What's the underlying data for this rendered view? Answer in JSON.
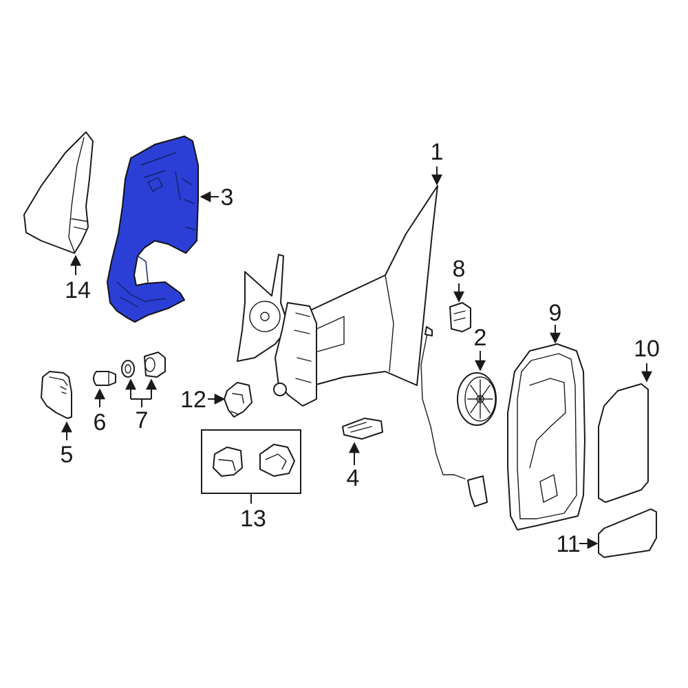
{
  "diagram": {
    "highlight_color": "#2b3fd6",
    "callouts": [
      {
        "id": "c1",
        "label": "1"
      },
      {
        "id": "c2",
        "label": "2"
      },
      {
        "id": "c3",
        "label": "3"
      },
      {
        "id": "c4",
        "label": "4"
      },
      {
        "id": "c5",
        "label": "5"
      },
      {
        "id": "c6",
        "label": "6"
      },
      {
        "id": "c7",
        "label": "7"
      },
      {
        "id": "c8",
        "label": "8"
      },
      {
        "id": "c9",
        "label": "9"
      },
      {
        "id": "c10",
        "label": "10"
      },
      {
        "id": "c11",
        "label": "11"
      },
      {
        "id": "c12",
        "label": "12"
      },
      {
        "id": "c13",
        "label": "13"
      },
      {
        "id": "c14",
        "label": "14"
      }
    ]
  }
}
